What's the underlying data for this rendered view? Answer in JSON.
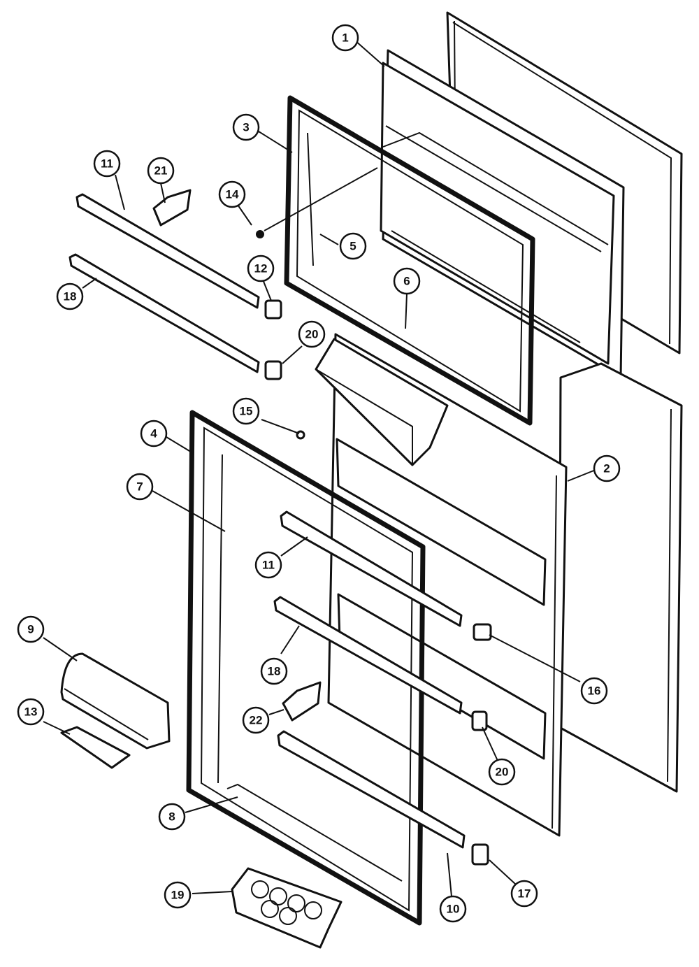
{
  "callouts": [
    {
      "id": "c1",
      "label": "1"
    },
    {
      "id": "c2",
      "label": "2"
    },
    {
      "id": "c3",
      "label": "3"
    },
    {
      "id": "c4",
      "label": "4"
    },
    {
      "id": "c5",
      "label": "5"
    },
    {
      "id": "c6",
      "label": "6"
    },
    {
      "id": "c7",
      "label": "7"
    },
    {
      "id": "c8",
      "label": "8"
    },
    {
      "id": "c9",
      "label": "9"
    },
    {
      "id": "c10",
      "label": "10"
    },
    {
      "id": "c11a",
      "label": "11"
    },
    {
      "id": "c11b",
      "label": "11"
    },
    {
      "id": "c12",
      "label": "12"
    },
    {
      "id": "c13",
      "label": "13"
    },
    {
      "id": "c14",
      "label": "14"
    },
    {
      "id": "c15",
      "label": "15"
    },
    {
      "id": "c16",
      "label": "16"
    },
    {
      "id": "c17",
      "label": "17"
    },
    {
      "id": "c18a",
      "label": "18"
    },
    {
      "id": "c18b",
      "label": "18"
    },
    {
      "id": "c19",
      "label": "19"
    },
    {
      "id": "c20a",
      "label": "20"
    },
    {
      "id": "c20b",
      "label": "20"
    },
    {
      "id": "c21",
      "label": "21"
    },
    {
      "id": "c22",
      "label": "22"
    }
  ]
}
